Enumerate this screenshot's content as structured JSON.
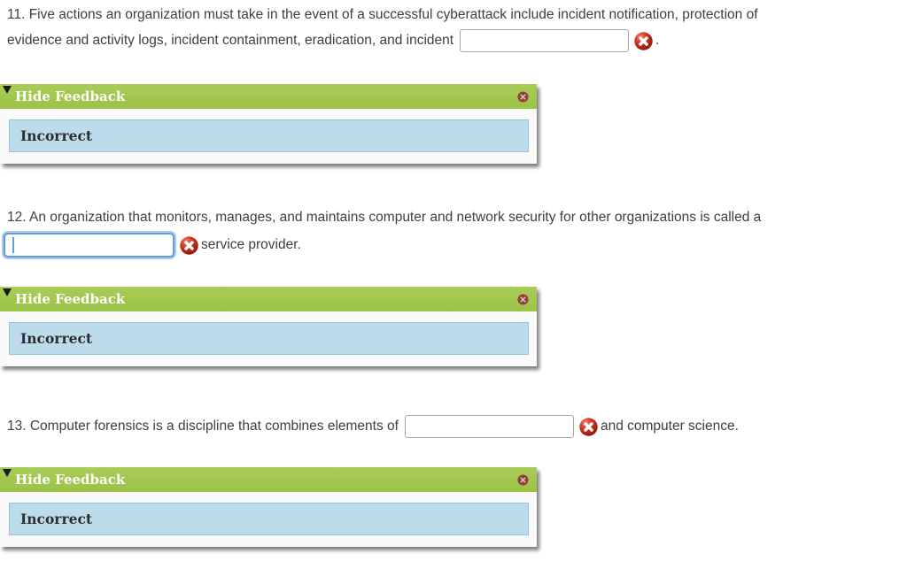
{
  "colors": {
    "question_text": "#3e3e3e",
    "panel_header_green": "#a3c84e",
    "panel_body_bg": "#fafafa",
    "feedback_bg_blue": "#bcdcec",
    "feedback_border_blue": "#93c2da",
    "input_border": "#a6a6a6",
    "focus_ring_blue": "#5f9ddc",
    "error_icon_red": "#c0261c"
  },
  "icons": {
    "error": "incorrect-circle-x",
    "close": "close-circle-x",
    "collapse": "triangle-down"
  },
  "questions": [
    {
      "number": "11",
      "line1": "11. Five actions an organization must take in the event of a successful cyberattack include incident notification, protection of",
      "line2_prefix": "evidence and activity logs, incident containment, eradication, and incident",
      "input_value": "",
      "input_state": "blank-incorrect",
      "suffix": "."
    },
    {
      "number": "12",
      "line1": "12. An organization that monitors, manages, and maintains computer and network security for other organizations is called a",
      "input_value": "",
      "input_state": "focused",
      "suffix": "service provider."
    },
    {
      "number": "13",
      "prefix": "13. Computer forensics is a discipline that combines elements of",
      "input_value": "",
      "input_state": "blank-incorrect",
      "suffix": "and computer science."
    }
  ],
  "panels": [
    {
      "title": "Hide Feedback",
      "message": "Incorrect"
    },
    {
      "title": "Hide Feedback",
      "message": "Incorrect"
    },
    {
      "title": "Hide Feedback",
      "message": "Incorrect"
    }
  ]
}
